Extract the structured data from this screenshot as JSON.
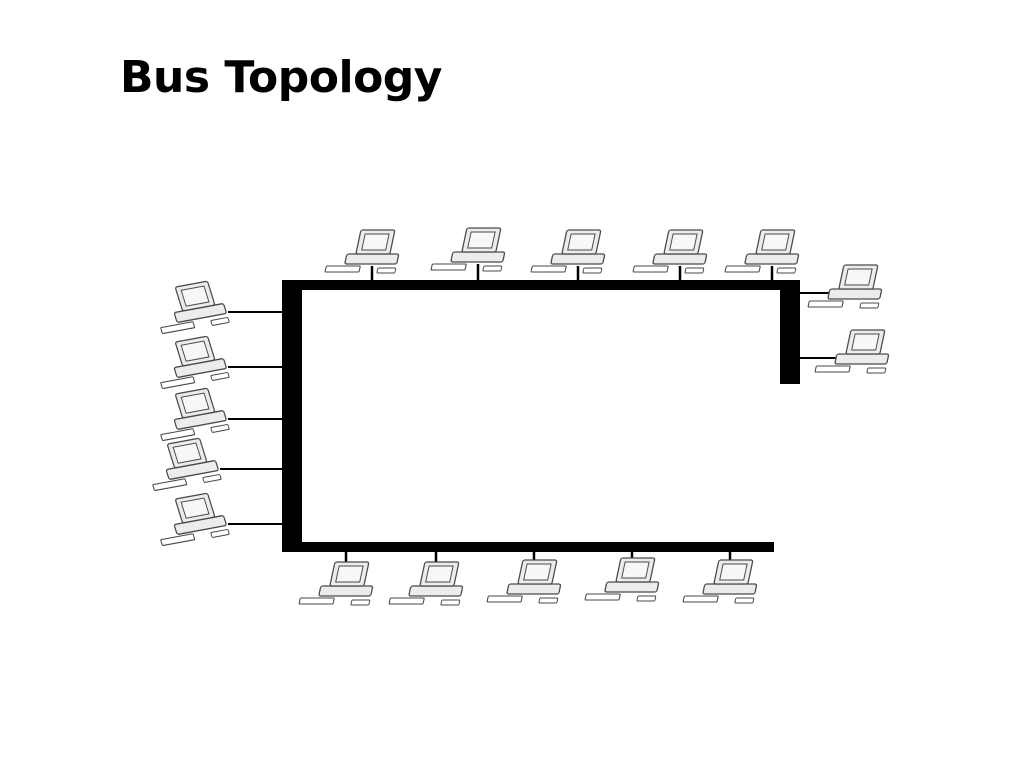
{
  "slide": {
    "title": "Bus Topology"
  },
  "diagram": {
    "type": "bus-topology",
    "bus_color": "#000000",
    "device_stroke": "#4a4a4a",
    "device_fill": "#ececec",
    "screen_fill": "#f7f7f7",
    "groups": [
      {
        "side": "top",
        "count": 5
      },
      {
        "side": "right",
        "count": 2
      },
      {
        "side": "left",
        "count": 5
      },
      {
        "side": "bottom",
        "count": 5
      }
    ]
  }
}
